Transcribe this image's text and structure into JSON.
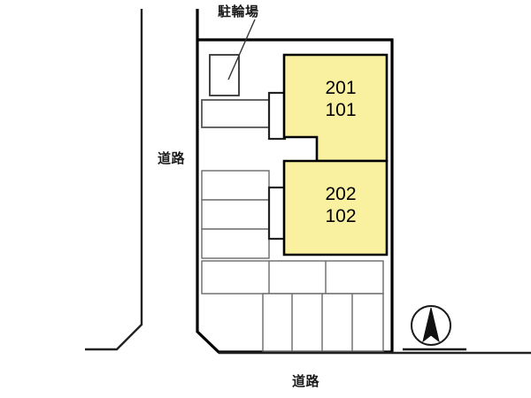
{
  "document": {
    "type": "site-plan",
    "title": "",
    "background_color": "#ffffff"
  },
  "colors": {
    "building_fill": "#f9f0a0",
    "building_stroke": "#000000",
    "line": "#222222",
    "thin_line": "#6a6a6a",
    "text": "#1a1a1a"
  },
  "labels": {
    "bicycle_parking": "駐輪場",
    "road_left": "道路",
    "road_bottom": "道路"
  },
  "units": {
    "upper": {
      "room_upper": "201",
      "room_lower": "101"
    },
    "lower": {
      "room_upper": "202",
      "room_lower": "102"
    }
  },
  "compass": {
    "name": "north-arrow",
    "direction": "north-up"
  }
}
